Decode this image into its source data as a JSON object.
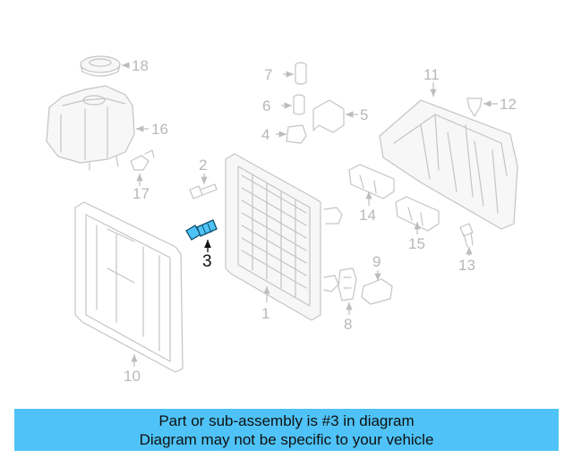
{
  "diagram": {
    "callouts": {
      "c1": "1",
      "c2": "2",
      "c3": "3",
      "c4": "4",
      "c5": "5",
      "c6": "6",
      "c7": "7",
      "c8": "8",
      "c9": "9",
      "c10": "10",
      "c11": "11",
      "c12": "12",
      "c13": "13",
      "c14": "14",
      "c15": "15",
      "c16": "16",
      "c17": "17",
      "c18": "18"
    },
    "highlight_color": "#4fc3f7",
    "highlighted_part": "3"
  },
  "banner": {
    "line1": "Part or sub-assembly is #3 in diagram",
    "line2": "Diagram may not be specific to your vehicle",
    "background": "#4fc3f7"
  }
}
